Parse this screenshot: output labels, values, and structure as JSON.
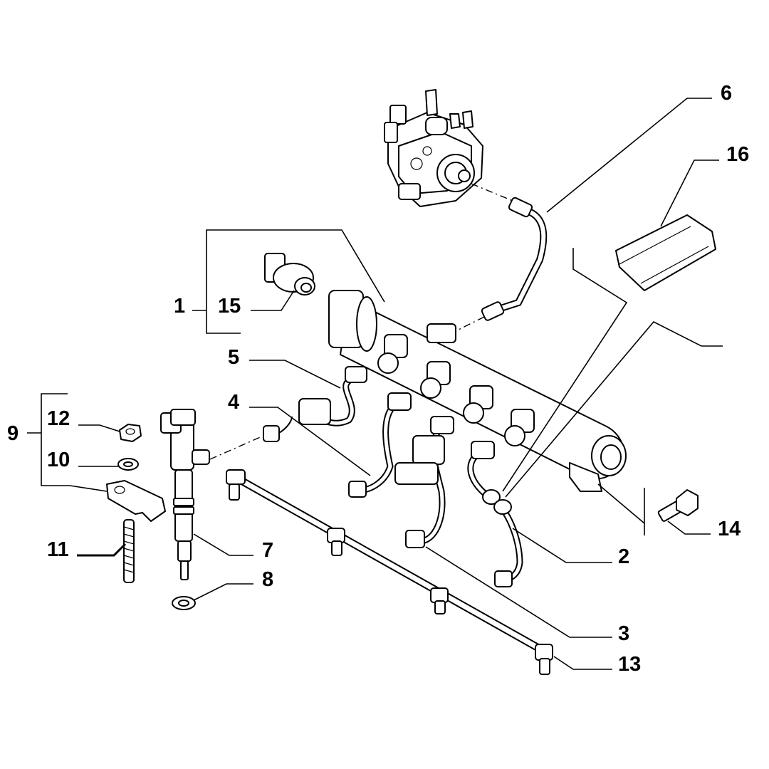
{
  "diagram": {
    "callouts": [
      {
        "id": "1",
        "label": "1"
      },
      {
        "id": "2",
        "label": "2"
      },
      {
        "id": "3",
        "label": "3"
      },
      {
        "id": "4",
        "label": "4"
      },
      {
        "id": "5",
        "label": "5"
      },
      {
        "id": "6",
        "label": "6"
      },
      {
        "id": "7",
        "label": "7"
      },
      {
        "id": "8",
        "label": "8"
      },
      {
        "id": "9",
        "label": "9"
      },
      {
        "id": "10",
        "label": "10"
      },
      {
        "id": "11",
        "label": "11"
      },
      {
        "id": "12",
        "label": "12"
      },
      {
        "id": "13",
        "label": "13"
      },
      {
        "id": "14",
        "label": "14"
      },
      {
        "id": "15",
        "label": "15"
      },
      {
        "id": "16",
        "label": "16"
      }
    ],
    "parts": [
      "high-pressure-pump",
      "fuel-rail",
      "rail-pressure-sensor",
      "pump-to-rail-pipe",
      "injector-pipe",
      "injector",
      "injector-washer",
      "clamp-nut",
      "clamp-washer",
      "injector-clamp",
      "stud",
      "leak-off-return-line",
      "rail-bolt",
      "cover-plate"
    ]
  }
}
